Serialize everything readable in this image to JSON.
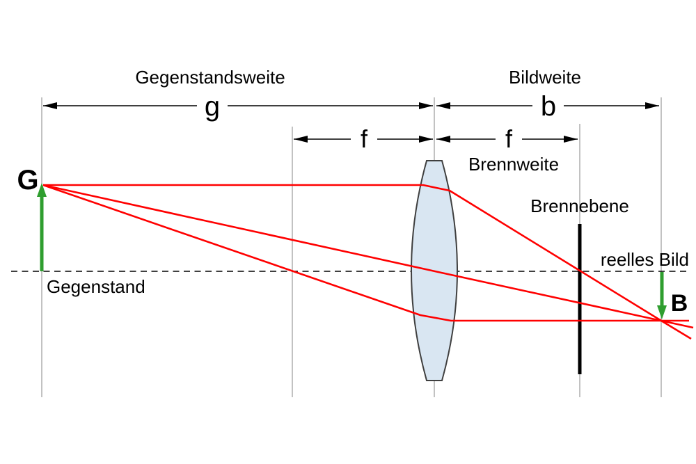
{
  "labels": {
    "object_distance": "Gegenstandsweite",
    "object_distance_symbol": "g",
    "image_distance": "Bildweite",
    "image_distance_symbol": "b",
    "focal_length_symbol": "f",
    "focal_length": "Brennweite",
    "focal_plane": "Brennebene",
    "real_image": "reelles Bild",
    "object": "Gegenstand",
    "object_symbol": "G",
    "image_symbol": "B"
  },
  "colors": {
    "ray": "#ff0000",
    "object_image_arrow": "#2f9e2f",
    "lens_fill": "#d9e6f2",
    "lens_outline": "#3f3f3f",
    "guide_line": "#9a9a9a",
    "dimension_line": "#000000",
    "text": "#000000"
  }
}
